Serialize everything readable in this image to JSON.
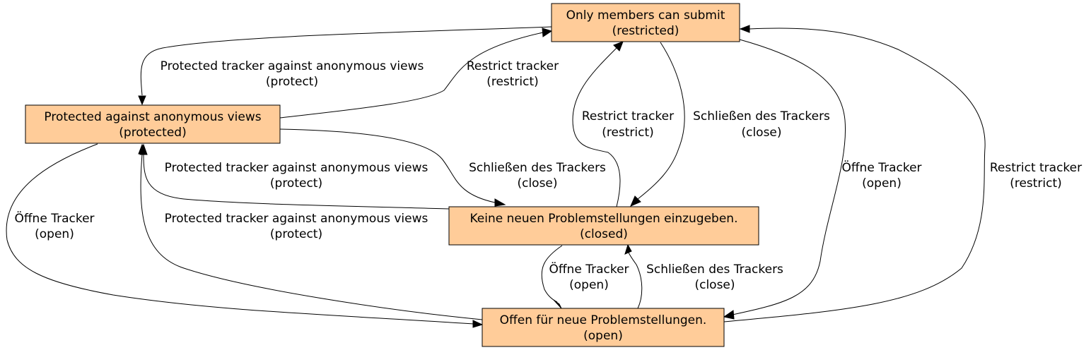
{
  "colors": {
    "node_fill": "#ffcc99",
    "stroke": "#000000",
    "background": "#ffffff"
  },
  "nodes": {
    "restricted": {
      "line1": "Only members can submit",
      "line2": "(restricted)"
    },
    "protected": {
      "line1": "Protected against anonymous views",
      "line2": "(protected)"
    },
    "closed": {
      "line1": "Keine neuen Problemstellungen einzugeben.",
      "line2": "(closed)"
    },
    "open": {
      "line1": "Offen für neue Problemstellungen.",
      "line2": "(open)"
    }
  },
  "edges": {
    "restricted_to_protected": {
      "from": "restricted",
      "to": "protected",
      "line1": "Protected tracker against anonymous views",
      "line2": "(protect)"
    },
    "protected_to_restricted": {
      "from": "protected",
      "to": "restricted",
      "line1": "Restrict tracker",
      "line2": "(restrict)"
    },
    "closed_to_restricted": {
      "from": "closed",
      "to": "restricted",
      "line1": "Restrict tracker",
      "line2": "(restrict)"
    },
    "restricted_to_closed": {
      "from": "restricted",
      "to": "closed",
      "line1": "Schließen des Trackers",
      "line2": "(close)"
    },
    "restricted_to_open": {
      "from": "restricted",
      "to": "open",
      "line1": "Öffne Tracker",
      "line2": "(open)"
    },
    "open_to_restricted": {
      "from": "open",
      "to": "restricted",
      "line1": "Restrict tracker",
      "line2": "(restrict)"
    },
    "closed_to_protected": {
      "from": "closed",
      "to": "protected",
      "line1": "Protected tracker against anonymous views",
      "line2": "(protect)"
    },
    "protected_to_closed": {
      "from": "protected",
      "to": "closed",
      "line1": "Schließen des Trackers",
      "line2": "(close)"
    },
    "protected_to_open": {
      "from": "protected",
      "to": "open",
      "line1": "Öffne Tracker",
      "line2": "(open)"
    },
    "open_to_protected": {
      "from": "open",
      "to": "protected",
      "line1": "Protected tracker against anonymous views",
      "line2": "(protect)"
    },
    "closed_to_open": {
      "from": "closed",
      "to": "open",
      "line1": "Öffne Tracker",
      "line2": "(open)"
    },
    "open_to_closed": {
      "from": "open",
      "to": "closed",
      "line1": "Schließen des Trackers",
      "line2": "(close)"
    }
  }
}
